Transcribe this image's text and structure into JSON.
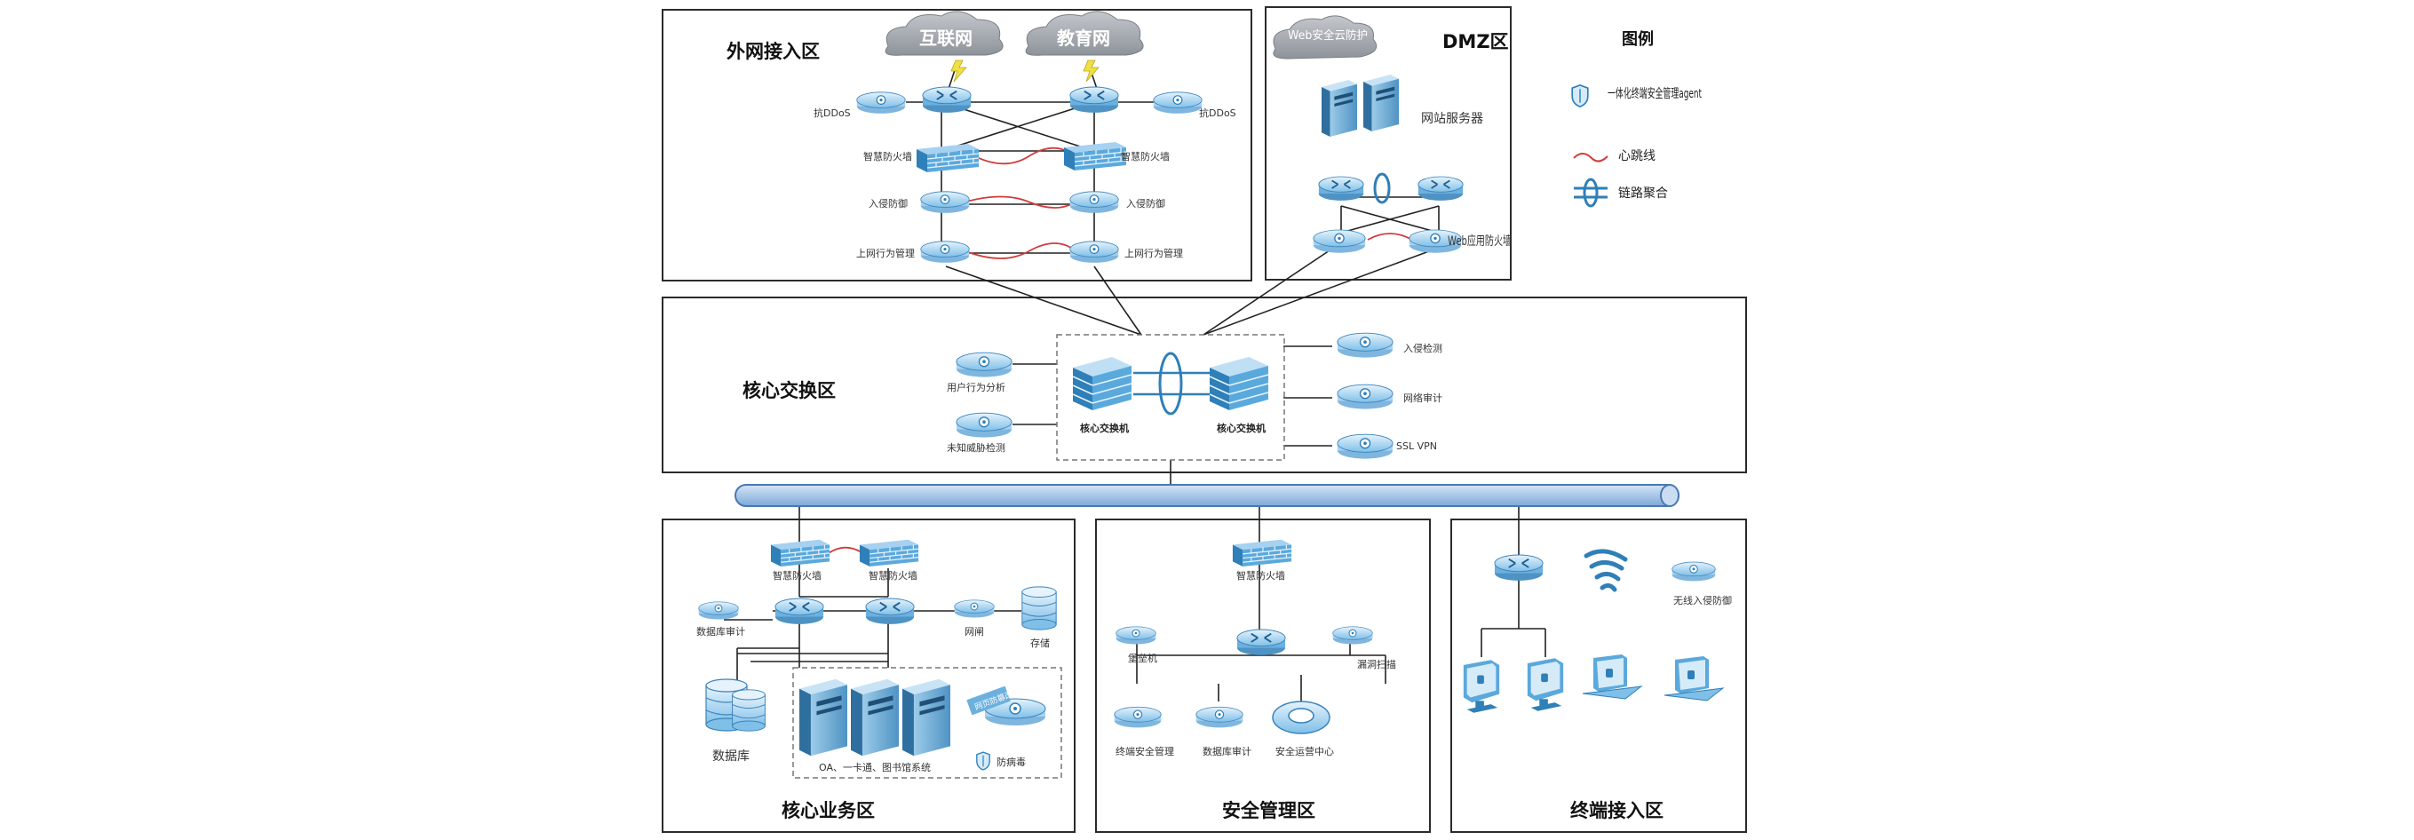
{
  "colors": {
    "border": "#2b2b2b",
    "device": "#5aa9dd",
    "device_dark": "#2f7fb8",
    "device_light": "#d6ebf8",
    "cloud": "#a0a4aa",
    "heartbeat": "#d23b3b",
    "bus": "#a9c8ec",
    "bolt": "#f0e040"
  },
  "zones": {
    "external": {
      "title": "外网接入区"
    },
    "dmz": {
      "title": "DMZ区"
    },
    "core": {
      "title": "核心交换区"
    },
    "business": {
      "title": "核心业务区"
    },
    "security": {
      "title": "安全管理区"
    },
    "terminal": {
      "title": "终端接入区"
    }
  },
  "clouds": {
    "internet": "互联网",
    "education": "教育网",
    "web_protect": "Web安全云防护"
  },
  "legend": {
    "title": "图例",
    "items": [
      {
        "icon": "agent-icon",
        "label": "一体化终端安全管理agent"
      },
      {
        "icon": "heartbeat-icon",
        "label": "心跳线"
      },
      {
        "icon": "link-aggregation-icon",
        "label": "链路聚合"
      }
    ]
  },
  "external": {
    "antiddos_left": "抗DDoS",
    "antiddos_right": "抗DDoS",
    "firewall_left": "智慧防火墙",
    "firewall_right": "智慧防火墙",
    "ips_left": "入侵防御",
    "ips_right": "入侵防御",
    "behavior_left": "上网行为管理",
    "behavior_right": "上网行为管理"
  },
  "dmz": {
    "servers": "网站服务器",
    "waf": "Web应用防火墙"
  },
  "core": {
    "switch_left": "核心交换机",
    "switch_right": "核心交换机",
    "user_analysis": "用户行为分析",
    "threat_probe": "未知威胁检测",
    "ids": "入侵检测",
    "audit": "网络审计",
    "vpn": "SSL VPN"
  },
  "business": {
    "firewall_left": "智慧防火墙",
    "firewall_right": "智慧防火墙",
    "db_audit": "数据库审计",
    "gatekeeper": "网闸",
    "storage": "存储",
    "database": "数据库",
    "servers": "OA、一卡通、图书馆系统",
    "web_guard": "网页防篡改",
    "antivirus": "防病毒"
  },
  "security": {
    "firewall": "智慧防火墙",
    "bastion": "堡垒机",
    "vuln_scan": "漏洞扫描",
    "terminal_mgmt": "终端安全管理",
    "log_audit": "数据库审计",
    "soc": "安全运营中心"
  },
  "terminal": {
    "wireless_ap": "无线入侵防御"
  }
}
